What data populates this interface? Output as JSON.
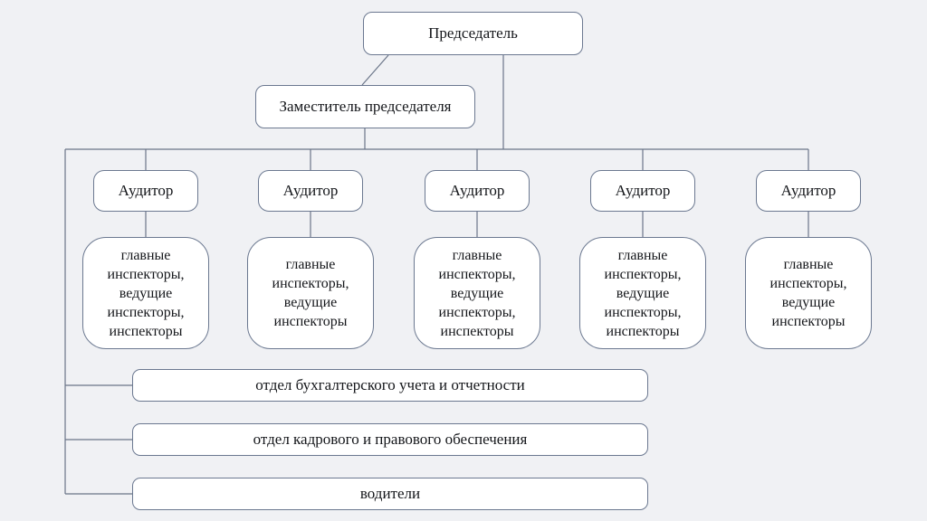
{
  "diagram": {
    "type": "org-chart",
    "chairman": "Председатель",
    "deputy": "Заместитель председателя",
    "auditors": [
      "Аудитор",
      "Аудитор",
      "Аудитор",
      "Аудитор",
      "Аудитор"
    ],
    "inspector_groups": [
      "главные\nинспекторы,\nведущие\nинспекторы,\nинспекторы",
      "главные\nинспекторы,\nведущие\nинспекторы",
      "главные\nинспекторы,\nведущие\nинспекторы,\nинспекторы",
      "главные\nинспекторы,\nведущие\nинспекторы,\nинспекторы",
      "главные\nинспекторы,\nведущие\nинспекторы"
    ],
    "departments": [
      "отдел бухгалтерского учета и отчетности",
      "отдел кадрового и правового обеспечения",
      "водители"
    ]
  },
  "colors": {
    "background": "#f0f1f4",
    "node_fill": "#ffffff",
    "node_border": "#6b7890",
    "connector": "#6a7588",
    "text": "#14161a"
  }
}
